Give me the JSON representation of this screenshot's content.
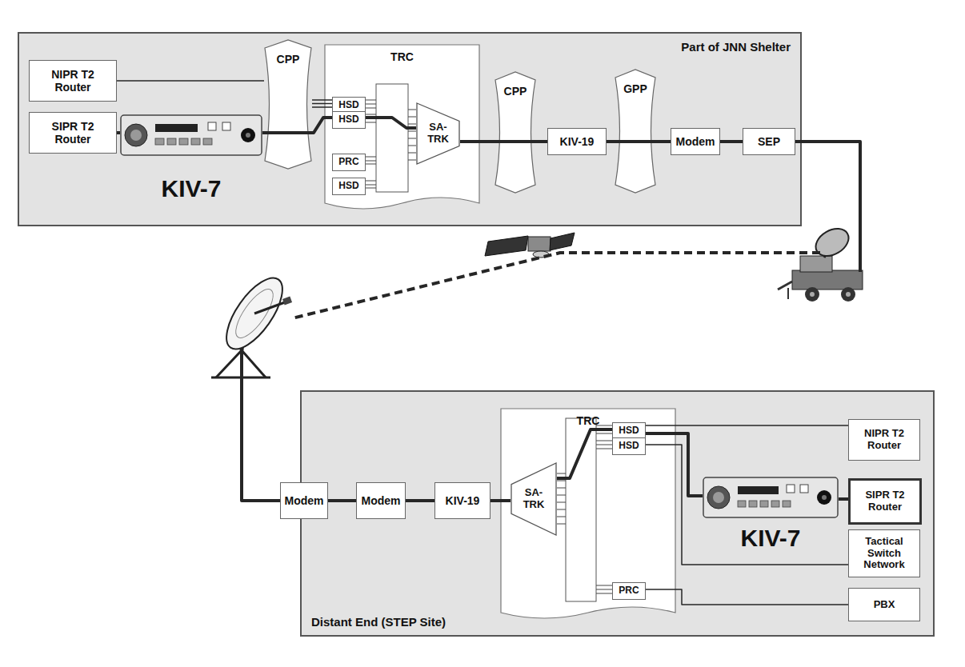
{
  "diagram": {
    "nodes": [
      {
        "text": [
          "Part of JNN Shelter"
        ]
      },
      {
        "text": [
          "NIPR T2 Router"
        ],
        "in": 0
      },
      {
        "text": [
          "SIPR T2 Router"
        ],
        "in": 0
      },
      {
        "text": [
          "KIV-7"
        ],
        "in": 0
      },
      {
        "text": [
          "CPP"
        ],
        "in": 0
      },
      {
        "text": [
          "TRC"
        ],
        "in": 0
      },
      {
        "text": [
          "HSD"
        ],
        "in": 5
      },
      {
        "text": [
          "HSD"
        ],
        "in": 5
      },
      {
        "text": [
          "PRC"
        ],
        "in": 5
      },
      {
        "text": [
          "HSD"
        ],
        "in": 5
      },
      {
        "text": [
          "SA-TRK"
        ],
        "in": 5
      },
      {
        "text": [
          "CPP"
        ],
        "in": 0
      },
      {
        "text": [
          "KIV-19"
        ],
        "in": 0
      },
      {
        "text": [
          "GPP"
        ],
        "in": 0
      },
      {
        "text": [
          "Modem"
        ],
        "in": 0
      },
      {
        "text": [
          "SEP"
        ],
        "in": 0
      },
      {
        "text": [
          "Distant End (STEP Site)"
        ]
      },
      {
        "text": [
          "Modem"
        ],
        "in": 16
      },
      {
        "text": [
          "Modem"
        ],
        "in": 16
      },
      {
        "text": [
          "KIV-19"
        ],
        "in": 16
      },
      {
        "text": [
          "TRC"
        ],
        "in": 16
      },
      {
        "text": [
          "SA-TRK"
        ],
        "in": 20
      },
      {
        "text": [
          "HSD"
        ],
        "in": 20
      },
      {
        "text": [
          "HSD"
        ],
        "in": 20
      },
      {
        "text": [
          "PRC"
        ],
        "in": 20
      },
      {
        "text": [
          "NIPR T2 Router"
        ],
        "in": 16
      },
      {
        "text": [
          "SIPR T2 Router"
        ],
        "in": 16
      },
      {
        "text": [
          "KIV-7"
        ],
        "in": 16
      },
      {
        "text": [
          "Tactical Switch Network"
        ],
        "in": 16
      },
      {
        "text": [
          "PBX"
        ],
        "in": 16
      }
    ],
    "edges": [
      {
        "from": 1,
        "to": 4,
        "arrow": "none"
      },
      {
        "from": 2,
        "to": 3,
        "arrow": "none"
      },
      {
        "from": 3,
        "to": 7,
        "arrow": "none"
      },
      {
        "from": 4,
        "to": 6,
        "arrow": "none"
      },
      {
        "from": 7,
        "to": 10,
        "arrow": "none"
      },
      {
        "from": 10,
        "to": 12,
        "arrow": "none"
      },
      {
        "from": 12,
        "to": 14,
        "arrow": "none"
      },
      {
        "from": 14,
        "to": 15,
        "arrow": "none"
      },
      {
        "from": 15,
        "to": 17,
        "arrow": "none"
      },
      {
        "from": 17,
        "to": 18,
        "arrow": "none"
      },
      {
        "from": 18,
        "to": 19,
        "arrow": "none"
      },
      {
        "from": 19,
        "to": 21,
        "arrow": "none"
      },
      {
        "from": 21,
        "to": 22,
        "arrow": "none"
      },
      {
        "from": 22,
        "to": 25,
        "arrow": "none"
      },
      {
        "from": 22,
        "to": 27,
        "arrow": "none"
      },
      {
        "from": 23,
        "to": 28,
        "arrow": "none"
      },
      {
        "from": 24,
        "to": 29,
        "arrow": "none"
      },
      {
        "from": 27,
        "to": 26,
        "arrow": "none"
      }
    ]
  }
}
